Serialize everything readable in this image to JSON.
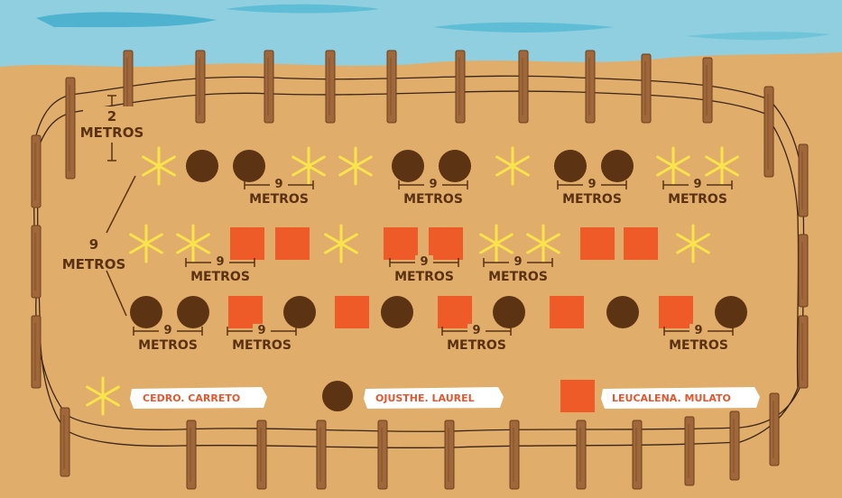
{
  "colors": {
    "sea": "#8fcfe0",
    "sea_dark": "#4fb3cf",
    "sand": "#e1ad6b",
    "post": "#a0683a",
    "post_dark": "#6b3f1d",
    "rope": "#3b2413",
    "star": "#fbe34b",
    "circle": "#5c3413",
    "square": "#ee5a28",
    "label": "#5a3212",
    "legend_text": "#e4572e"
  },
  "rows": [
    {
      "name": "row-1",
      "items": [
        "star",
        "circle",
        "circle",
        "star",
        "star",
        "circle",
        "circle",
        "star",
        "circle",
        "circle",
        "star",
        "star"
      ]
    },
    {
      "name": "row-2",
      "items": [
        "star",
        "star",
        "square",
        "square",
        "star",
        "square",
        "square",
        "star",
        "star",
        "square",
        "square",
        "star"
      ]
    },
    {
      "name": "row-3",
      "items": [
        "circle",
        "circle",
        "square",
        "circle",
        "square",
        "circle",
        "square",
        "circle",
        "square",
        "circle",
        "square",
        "circle"
      ]
    }
  ],
  "spacing_labels": [
    {
      "number": "9",
      "unit": "METROS"
    },
    {
      "number": "9",
      "unit": "METROS"
    },
    {
      "number": "9",
      "unit": "METROS"
    },
    {
      "number": "9",
      "unit": "METROS"
    },
    {
      "number": "9",
      "unit": "METROS"
    },
    {
      "number": "9",
      "unit": "METROS"
    },
    {
      "number": "9",
      "unit": "METROS"
    },
    {
      "number": "9",
      "unit": "METROS"
    },
    {
      "number": "9",
      "unit": "METROS"
    },
    {
      "number": "9",
      "unit": "METROS"
    },
    {
      "number": "9",
      "unit": "METROS"
    }
  ],
  "row_gap_label": {
    "number": "2",
    "unit": "METROS"
  },
  "row_spacing_label": {
    "number": "9",
    "unit": "METROS"
  },
  "legend": [
    {
      "icon": "star-icon",
      "label": "CEDRO. CARRETO"
    },
    {
      "icon": "circle-icon",
      "label": "OJUSTHE. LAUREL"
    },
    {
      "icon": "square-icon",
      "label": "LEUCALENA. MULATO"
    }
  ]
}
